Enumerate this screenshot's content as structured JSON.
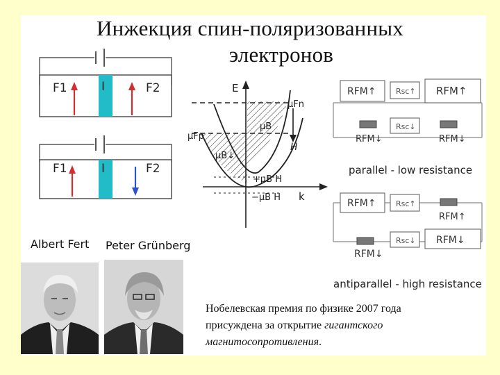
{
  "title": {
    "line1": "Инжекция спин-поляризованных",
    "line2": "электронов"
  },
  "circuit": {
    "top": {
      "left_label": "F1",
      "mid_label": "I",
      "right_label": "F2"
    },
    "bottom": {
      "left_label": "F1",
      "mid_label": "I",
      "right_label": "F2"
    }
  },
  "band": {
    "e_label": "E",
    "mu_fn": "μFn",
    "mu_b_up": "μB",
    "mu_fp": "μFp",
    "mu_b_down": "μB↓",
    "h_label": "H",
    "plus_mu_h": "+μB H",
    "minus_mu_h": "−μB H",
    "k_label": "k"
  },
  "resistors": {
    "parallel": {
      "r_fm_up_1": "RFM↑",
      "r_sc_1": "Rsc↑",
      "r_fm_up_2": "RFM↑",
      "r_sc_2": "Rsc↓",
      "r_fm_down_1": "RFM↓",
      "r_fm_down_2": "RFM↓",
      "mode": "parallel - low resistance"
    },
    "antiparallel": {
      "r_fm_up_1": "RFM↑",
      "r_sc_1": "Rsc↑",
      "r_fm_up_2": "RFM↑",
      "r_sc_2": "Rsc↓",
      "r_fm_down_1": "RFM↓",
      "r_fm_down_2": "RFM↓",
      "mode": "antiparallel - high resistance"
    }
  },
  "people": {
    "left": "Albert Fert",
    "right": "Peter Grünberg"
  },
  "caption": {
    "line1": "Нобелевская премия по физике 2007 года",
    "line2_a": "присуждена за открытие ",
    "line2_b": "гигантского",
    "line3": "магнитосопротивления",
    "line3_end": "."
  },
  "colors": {
    "slide_bg": "#ffffcc",
    "insulator": "#22bcc8",
    "arrow_up": "#d03030",
    "arrow_down": "#2a55c8"
  }
}
